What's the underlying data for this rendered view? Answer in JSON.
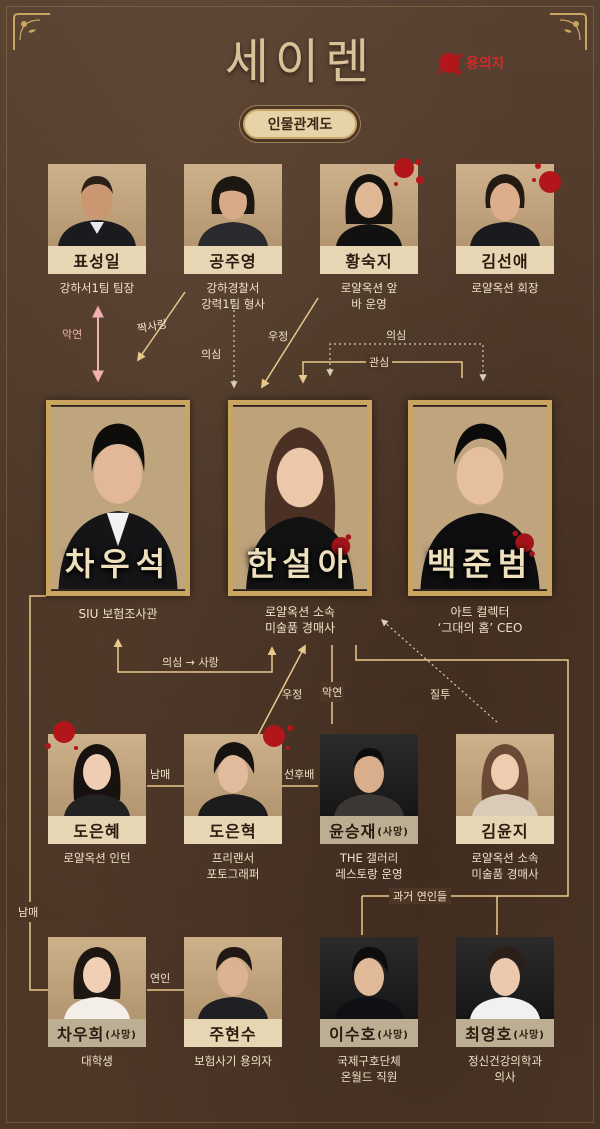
{
  "header": {
    "title": "세이렌",
    "badge_label": "용의자",
    "subtitle": "인물관계도"
  },
  "colors": {
    "background": "#4e3627",
    "gold": "#c9a560",
    "line": "#e8c98a",
    "blood": "#b3161a",
    "suspect_red": "#d12a2a"
  },
  "top_row": [
    {
      "name": "표성일",
      "desc1": "강하서1팀 팀장",
      "desc2": ""
    },
    {
      "name": "공주영",
      "desc1": "강하경찰서",
      "desc2": "강력1팀 형사"
    },
    {
      "name": "황숙지",
      "desc1": "로얄옥션 앞",
      "desc2": "바 운영"
    },
    {
      "name": "김선애",
      "desc1": "로얄옥션 회장",
      "desc2": ""
    }
  ],
  "main": [
    {
      "name": "차우석",
      "desc1": "SIU 보험조사관",
      "desc2": ""
    },
    {
      "name": "한설아",
      "desc1": "로얄옥션 소속",
      "desc2": "미술품 경매사"
    },
    {
      "name": "백준범",
      "desc1": "아트 컬렉터",
      "desc2": "‘그대의 홈’ CEO"
    }
  ],
  "mid_row": [
    {
      "name": "도은혜",
      "tag": "",
      "desc1": "로얄옥션 인턴",
      "desc2": ""
    },
    {
      "name": "도은혁",
      "tag": "",
      "desc1": "프리랜서",
      "desc2": "포토그래퍼"
    },
    {
      "name": "윤승재",
      "tag": "(사망)",
      "desc1": "THE 갤러리",
      "desc2": "레스토랑 운영"
    },
    {
      "name": "김윤지",
      "tag": "",
      "desc1": "로얄옥션 소속",
      "desc2": "미술품 경매사"
    }
  ],
  "bottom_row": [
    {
      "name": "차우희",
      "tag": "(사망)",
      "desc1": "대학생",
      "desc2": ""
    },
    {
      "name": "주현수",
      "tag": "",
      "desc1": "보험사기 용의자",
      "desc2": ""
    },
    {
      "name": "이수호",
      "tag": "(사망)",
      "desc1": "국제구호단체",
      "desc2": "온월드 직원"
    },
    {
      "name": "최영호",
      "tag": "(사망)",
      "desc1": "정신건강의학과",
      "desc2": "의사"
    }
  ],
  "relations": {
    "pyo_cha": "악연",
    "gong_cha": "짝사랑",
    "gong_han": "의심",
    "hwang_han": "우정",
    "baek_han_interest": "관심",
    "baek_han_suspicion": "의심",
    "cha_han": "의심 → 사랑",
    "euhyeok_han": "우정",
    "yun_han": "악연",
    "kimyunji_baek": "질투",
    "euhye_euhyeok": "남매",
    "euhyeok_yun": "선후배",
    "cha_chawoohee": "남매",
    "chawoohee_ju": "연인",
    "past_lovers": "과거 연인들"
  }
}
